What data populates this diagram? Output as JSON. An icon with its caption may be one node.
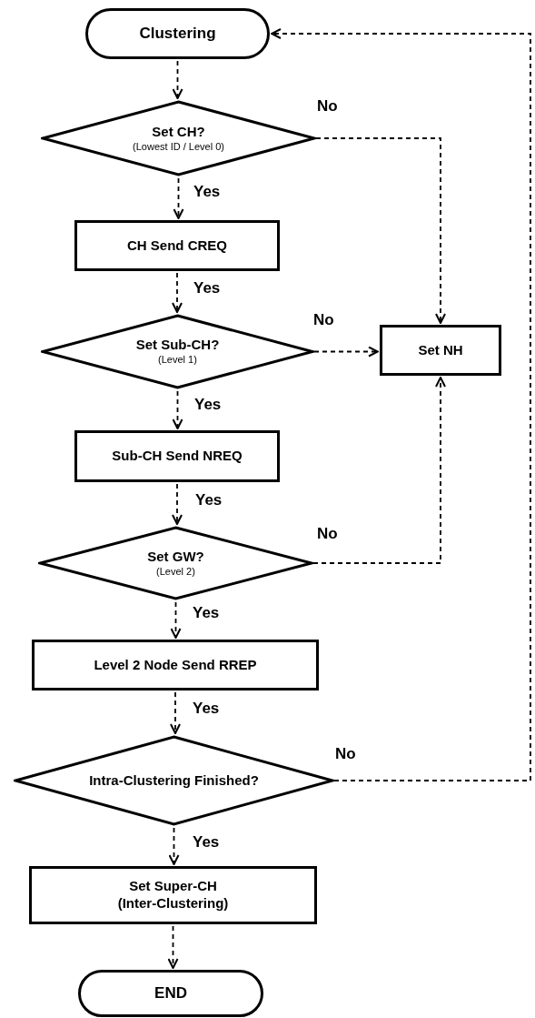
{
  "diagram": {
    "nodes": [
      {
        "text": [
          "Clustering"
        ]
      },
      {
        "text": [
          "Set CH?",
          "(Lowest ID / Level 0)"
        ]
      },
      {
        "text": [
          "CH Send CREQ"
        ]
      },
      {
        "text": [
          "Set Sub-CH?",
          "(Level 1)"
        ]
      },
      {
        "text": [
          "Set NH"
        ]
      },
      {
        "text": [
          "Sub-CH Send NREQ"
        ]
      },
      {
        "text": [
          "Set GW?",
          "(Level 2)"
        ]
      },
      {
        "text": [
          "Level 2 Node Send RREP"
        ]
      },
      {
        "text": [
          "Intra-Clustering Finished?"
        ]
      },
      {
        "text": [
          "Set Super-CH",
          "(Inter-Clustering)"
        ]
      },
      {
        "text": [
          "END"
        ]
      }
    ],
    "edges": [
      {
        "from": 0,
        "to": 1,
        "arrow": "to"
      },
      {
        "from": 1,
        "to": 2,
        "arrow": "to",
        "label": "Yes"
      },
      {
        "from": 1,
        "to": 4,
        "arrow": "to",
        "label": "No"
      },
      {
        "from": 2,
        "to": 3,
        "arrow": "to",
        "label": "Yes"
      },
      {
        "from": 3,
        "to": 4,
        "arrow": "to",
        "label": "No"
      },
      {
        "from": 3,
        "to": 5,
        "arrow": "to",
        "label": "Yes"
      },
      {
        "from": 5,
        "to": 6,
        "arrow": "to",
        "label": "Yes"
      },
      {
        "from": 6,
        "to": 4,
        "arrow": "to",
        "label": "No"
      },
      {
        "from": 6,
        "to": 7,
        "arrow": "to",
        "label": "Yes"
      },
      {
        "from": 7,
        "to": 8,
        "arrow": "to",
        "label": "Yes"
      },
      {
        "from": 8,
        "to": 0,
        "arrow": "to",
        "label": "No"
      },
      {
        "from": 8,
        "to": 9,
        "arrow": "to",
        "label": "Yes"
      },
      {
        "from": 9,
        "to": 10,
        "arrow": "to"
      }
    ]
  }
}
